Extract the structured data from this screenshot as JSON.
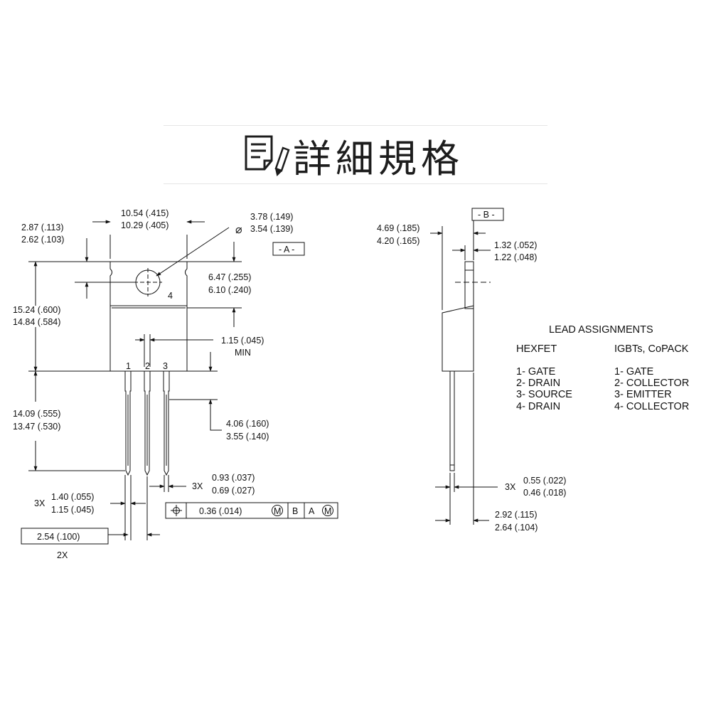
{
  "header": {
    "title": "詳細規格",
    "icon": "document-edit-icon"
  },
  "front_view": {
    "width_dim": [
      "10.54 (.415)",
      "10.29 (.405)"
    ],
    "hole_dim": [
      "3.78 (.149)",
      "3.54 (.139)"
    ],
    "hole_symbol": "⌀",
    "datum_a": "- A -",
    "tab_dim": [
      "2.87 (.113)",
      "2.62 (.103)"
    ],
    "hole_pos_dim": [
      "6.47 (.255)",
      "6.10 (.240)"
    ],
    "tab_number": "4",
    "height_dim": [
      "15.24 (.600)",
      "14.84 (.584)"
    ],
    "lead_width_min": [
      "1.15 (.045)",
      "MIN"
    ],
    "pin_numbers": [
      "1",
      "2",
      "3"
    ],
    "lead_length_dim": [
      "14.09 (.555)",
      "13.47 (.530)"
    ],
    "lead_shoulder_dim": [
      "4.06 (.160)",
      "3.55 (.140)"
    ],
    "lead_thick_dim": {
      "prefix": "3X",
      "values": [
        "0.93 (.037)",
        "0.69 (.027)"
      ]
    },
    "lead_wide_dim": {
      "prefix": "3X",
      "values": [
        "1.40 (.055)",
        "1.15 (.045)"
      ]
    },
    "tolerance_frame": {
      "symbol": "⌖",
      "value": "0.36  (.014)",
      "m1": "M",
      "b": "B",
      "a": "A",
      "m2": "M"
    },
    "pitch_box": "2.54 (.100)",
    "pitch_note": "2X"
  },
  "side_view": {
    "datum_b": "- B -",
    "body_dim": [
      "4.69 (.185)",
      "4.20 (.165)"
    ],
    "tab_thick_dim": [
      "1.32 (.052)",
      "1.22 (.048)"
    ],
    "lead_dim": {
      "prefix": "3X",
      "values": [
        "0.55 (.022)",
        "0.46 (.018)"
      ]
    },
    "offset_dim": [
      "2.92 (.115)",
      "2.64 (.104)"
    ]
  },
  "lead_assignments": {
    "title": "LEAD ASSIGNMENTS",
    "col1_header": "HEXFET",
    "col2_header": "IGBTs, CoPACK",
    "col1": [
      "1- GATE",
      "2- DRAIN",
      "3- SOURCE",
      "4- DRAIN"
    ],
    "col2": [
      "1- GATE",
      "2- COLLECTOR",
      "3- EMITTER",
      "4- COLLECTOR"
    ]
  }
}
